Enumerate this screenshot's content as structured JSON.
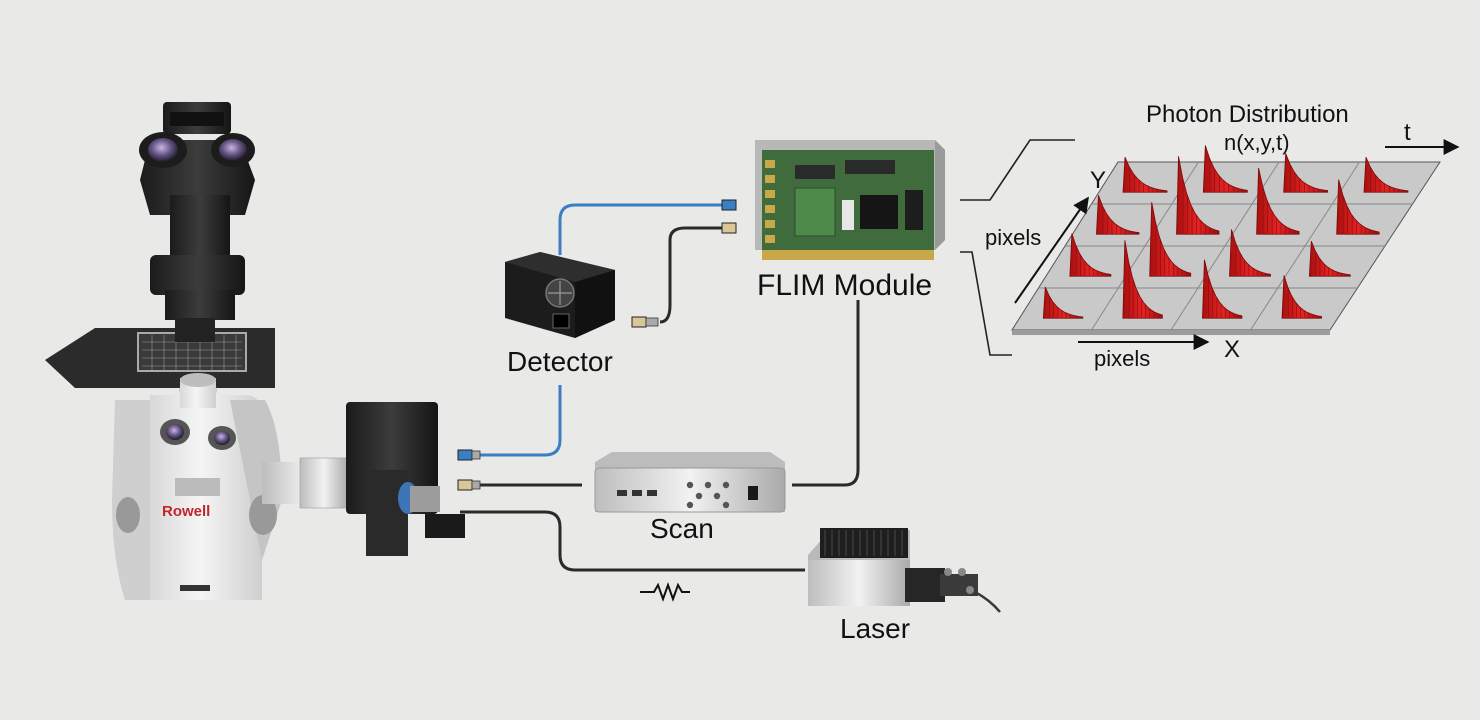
{
  "diagram": {
    "labels": {
      "detector": "Detector",
      "flim_module": "FLIM Module",
      "scan": "Scan",
      "laser": "Laser",
      "photon_title": "Photon Distribution",
      "photon_formula": "n(x,y,t)",
      "axis_t": "t",
      "axis_y": "Y",
      "axis_x": "X",
      "pixels_y": "pixels",
      "pixels_x": "pixels"
    },
    "brand": {
      "microscope_logo": "Rowell"
    },
    "grid": {
      "rows": 4,
      "cols": 4,
      "decay_heights": [
        [
          0.45,
          0.6,
          0.5,
          0.45
        ],
        [
          0.5,
          1.0,
          0.85,
          0.7
        ],
        [
          0.55,
          0.95,
          0.6,
          0.45
        ],
        [
          0.4,
          1.0,
          0.75,
          0.55
        ]
      ]
    },
    "colors": {
      "background": "#e9e9e8",
      "cable_blue": "#3a7fc1",
      "cable_dark": "#2a2a2a",
      "pcb_green": "#3f6b3d",
      "decay_red": "#d41c1c",
      "grid_plate": "#c9c9c9"
    }
  }
}
